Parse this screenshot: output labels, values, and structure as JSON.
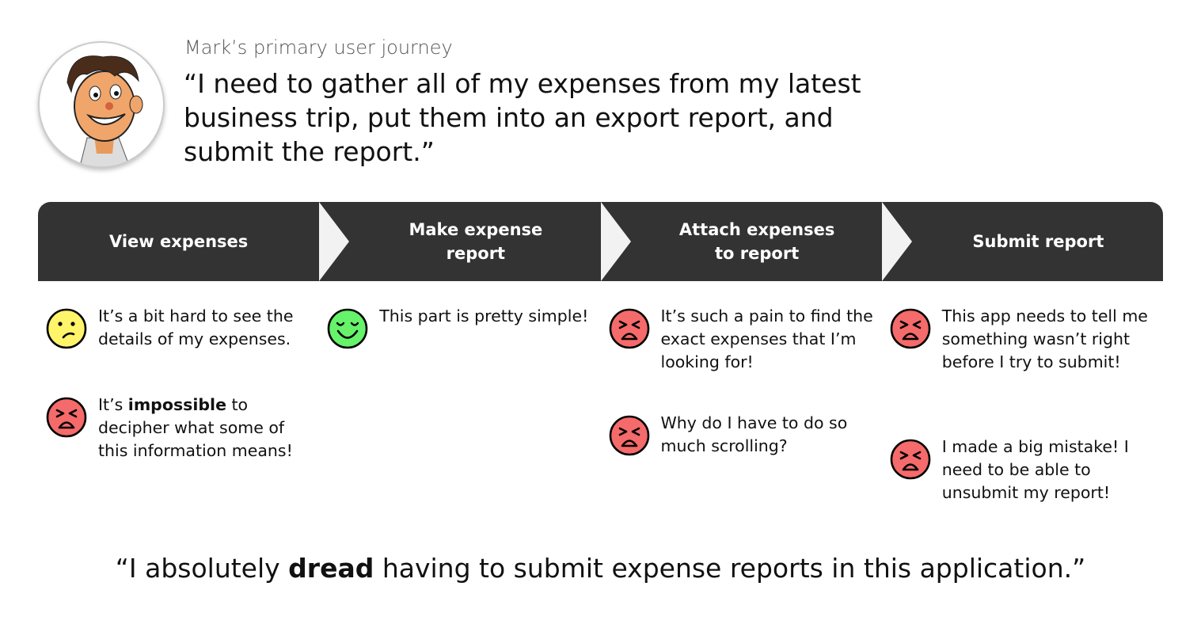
{
  "header": {
    "subtitle": "Mark’s primary user journey",
    "quote": "“I need to gather all of my expenses from my latest business trip, put them into an export report, and submit the report.”"
  },
  "colors": {
    "bar": "#333333",
    "chevron": "#f2f2f2",
    "angry": "#f56a6a",
    "confused": "#fff46a",
    "happy": "#66f26a"
  },
  "steps": [
    {
      "label": "View expenses",
      "items": [
        {
          "face": "confused",
          "parts": [
            "It’s a bit hard to see the details of my expenses.",
            "",
            ""
          ]
        },
        {
          "face": "angry",
          "parts": [
            "It’s ",
            "impossible",
            " to decipher what some of this information means!"
          ]
        }
      ]
    },
    {
      "label": "Make expense report",
      "items": [
        {
          "face": "happy",
          "parts": [
            "This part is pretty simple!",
            "",
            ""
          ]
        }
      ]
    },
    {
      "label": "Attach expenses to report",
      "items": [
        {
          "face": "angry",
          "parts": [
            "It’s such a pain to find the exact expenses that I’m looking for!",
            "",
            ""
          ]
        },
        {
          "face": "angry",
          "parts": [
            "Why do I have to do so much scrolling?",
            "",
            ""
          ]
        }
      ]
    },
    {
      "label": "Submit report",
      "items": [
        {
          "face": "angry",
          "parts": [
            "This app needs to tell me something wasn’t right before I try to submit!",
            "",
            ""
          ]
        },
        {
          "face": "angry",
          "parts": [
            "I made a big mistake! I need to be able to unsubmit my report!",
            "",
            ""
          ]
        }
      ]
    }
  ],
  "footer": {
    "before": "“I absolutely ",
    "bold": "dread",
    "after": " having to submit expense reports in this application.”"
  }
}
